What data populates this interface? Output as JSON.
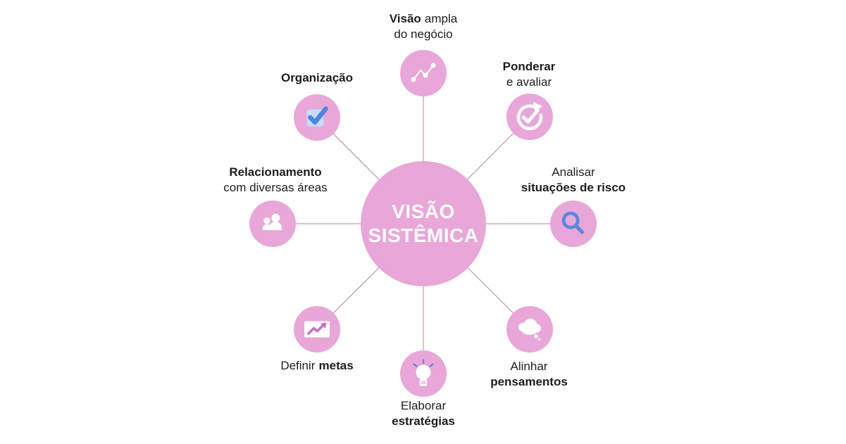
{
  "center": {
    "line1": "VISÃO",
    "line2": "SISTÊMICA"
  },
  "nodes": {
    "visao_ampla": {
      "bold": "Visão",
      "rest": "ampla",
      "line2": "do negócio",
      "icon": "line-chart-icon"
    },
    "organizacao": {
      "label": "Organização",
      "icon": "checkbox-check-icon"
    },
    "ponderar": {
      "line1_bold": "Ponderar",
      "line2": "e avaliar",
      "icon": "circular-arrow-check-icon"
    },
    "analisar": {
      "line1": "Analisar",
      "line2_bold": "situações de risco",
      "icon": "magnifier-icon"
    },
    "relacionamento": {
      "line1_bold": "Relacionamento",
      "line2": "com diversas áreas",
      "icon": "people-icon"
    },
    "definir": {
      "rest": "Definir",
      "bold": "metas",
      "icon": "trend-chart-icon"
    },
    "elaborar": {
      "line1": "Elaborar",
      "line2_bold": "estratégias",
      "icon": "lightbulb-icon"
    },
    "alinhar": {
      "line1": "Alinhar",
      "line2_bold": "pensamentos",
      "icon": "thought-cloud-icon"
    }
  },
  "colors": {
    "node_pink": "#e8a7d8",
    "connector_line": "#b27586",
    "icon_blue": "#5b87e0",
    "icon_white": "#ffffff",
    "text": "#1d1d1d",
    "trend_arrow_pink": "#cf6ec2",
    "checkbox_fill_light_blue": "#c6dcf6"
  }
}
